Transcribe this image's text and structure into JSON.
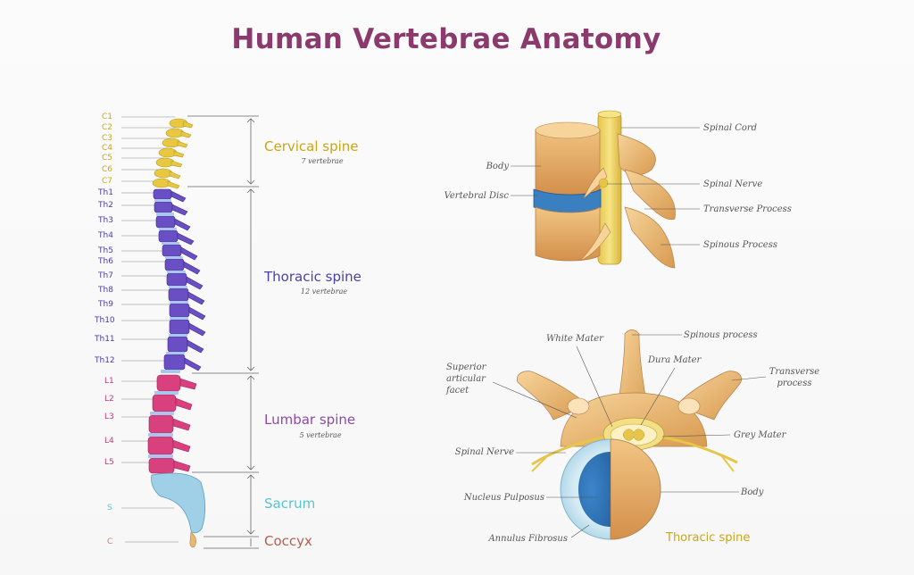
{
  "title": "Human Vertebrae Anatomy",
  "spine_levels": {
    "cervical": [
      "C1",
      "C2",
      "C3",
      "C4",
      "C5",
      "C6",
      "C7"
    ],
    "thoracic": [
      "Th1",
      "Th2",
      "Th3",
      "Th4",
      "Th5",
      "Th6",
      "Th7",
      "Th8",
      "Th9",
      "Th10",
      "Th11",
      "Th12"
    ],
    "lumbar": [
      "L1",
      "L2",
      "L3",
      "L4",
      "L5"
    ],
    "sacrum": "S",
    "coccyx": "C"
  },
  "regions": {
    "cervical": {
      "name": "Cervical spine",
      "count": "7 vertebrae"
    },
    "thoracic": {
      "name": "Thoracic spine",
      "count": "12 vertebrae"
    },
    "lumbar": {
      "name": "Lumbar spine",
      "count": "5 vertebrae"
    },
    "sacrum": {
      "name": "Sacrum"
    },
    "coccyx": {
      "name": "Coccyx"
    }
  },
  "side_view_labels": {
    "spinal_cord": "Spinal Cord",
    "body": "Body",
    "spinal_nerve": "Spinal Nerve",
    "vertebral_disc": "Vertebral Disc",
    "transverse_process": "Transverse Process",
    "spinous_process": "Spinous Process"
  },
  "top_view_labels": {
    "white_mater": "White Mater",
    "spinous_process": "Spinous process",
    "dura_mater": "Dura Mater",
    "superior_articular_facet": "Superior articular facet",
    "transverse_process": "Transverse process",
    "grey_mater": "Grey Mater",
    "spinal_nerve": "Spinal Nerve",
    "nucleus_pulposus": "Nucleus Pulposus",
    "body": "Body",
    "annulus_fibrosus": "Annulus Fibrosus"
  },
  "top_view_caption": "Thoracic spine",
  "colors": {
    "title": "#8a3a6d",
    "cervical": "#e8c840",
    "thoracic": "#6a4fc4",
    "lumbar": "#d9407e",
    "sacrum": "#9fd0e8",
    "bone": "#e8b870",
    "disc": "#3a7fc0"
  }
}
